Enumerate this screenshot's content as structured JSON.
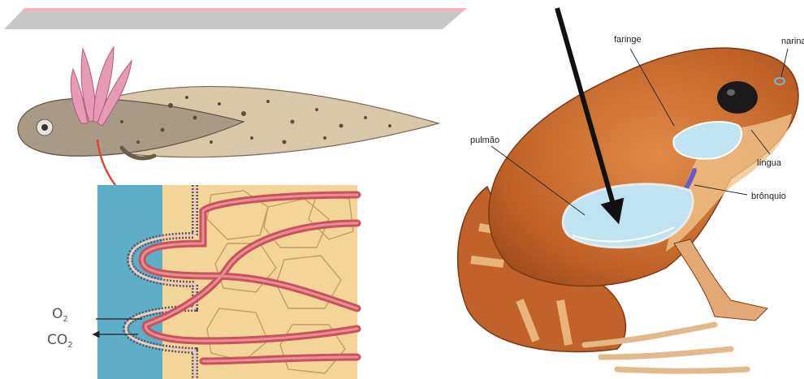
{
  "figure": {
    "gas_labels": {
      "o2": "O",
      "o2_sub": "2",
      "co2": "CO",
      "co2_sub": "2"
    },
    "frog_labels": {
      "faringe": "faringe",
      "narina": "narina",
      "pulmao": "pulmão",
      "lingua": "língua",
      "branquio": "brônquio"
    }
  },
  "colors": {
    "water": "#5eaec9",
    "tissue": "#f3d59a",
    "vessel": "#c9525d",
    "frog_body": "#c76a2e",
    "frog_belly": "#f0c38a",
    "lung": "#bfe3f0",
    "red_arrow": "#e2452f",
    "black_arrow": "#111111"
  },
  "icons": [
    "tadpole-illustration",
    "gill-detail-illustration",
    "frog-illustration",
    "curved-arrow-icon",
    "black-arrow-icon"
  ]
}
